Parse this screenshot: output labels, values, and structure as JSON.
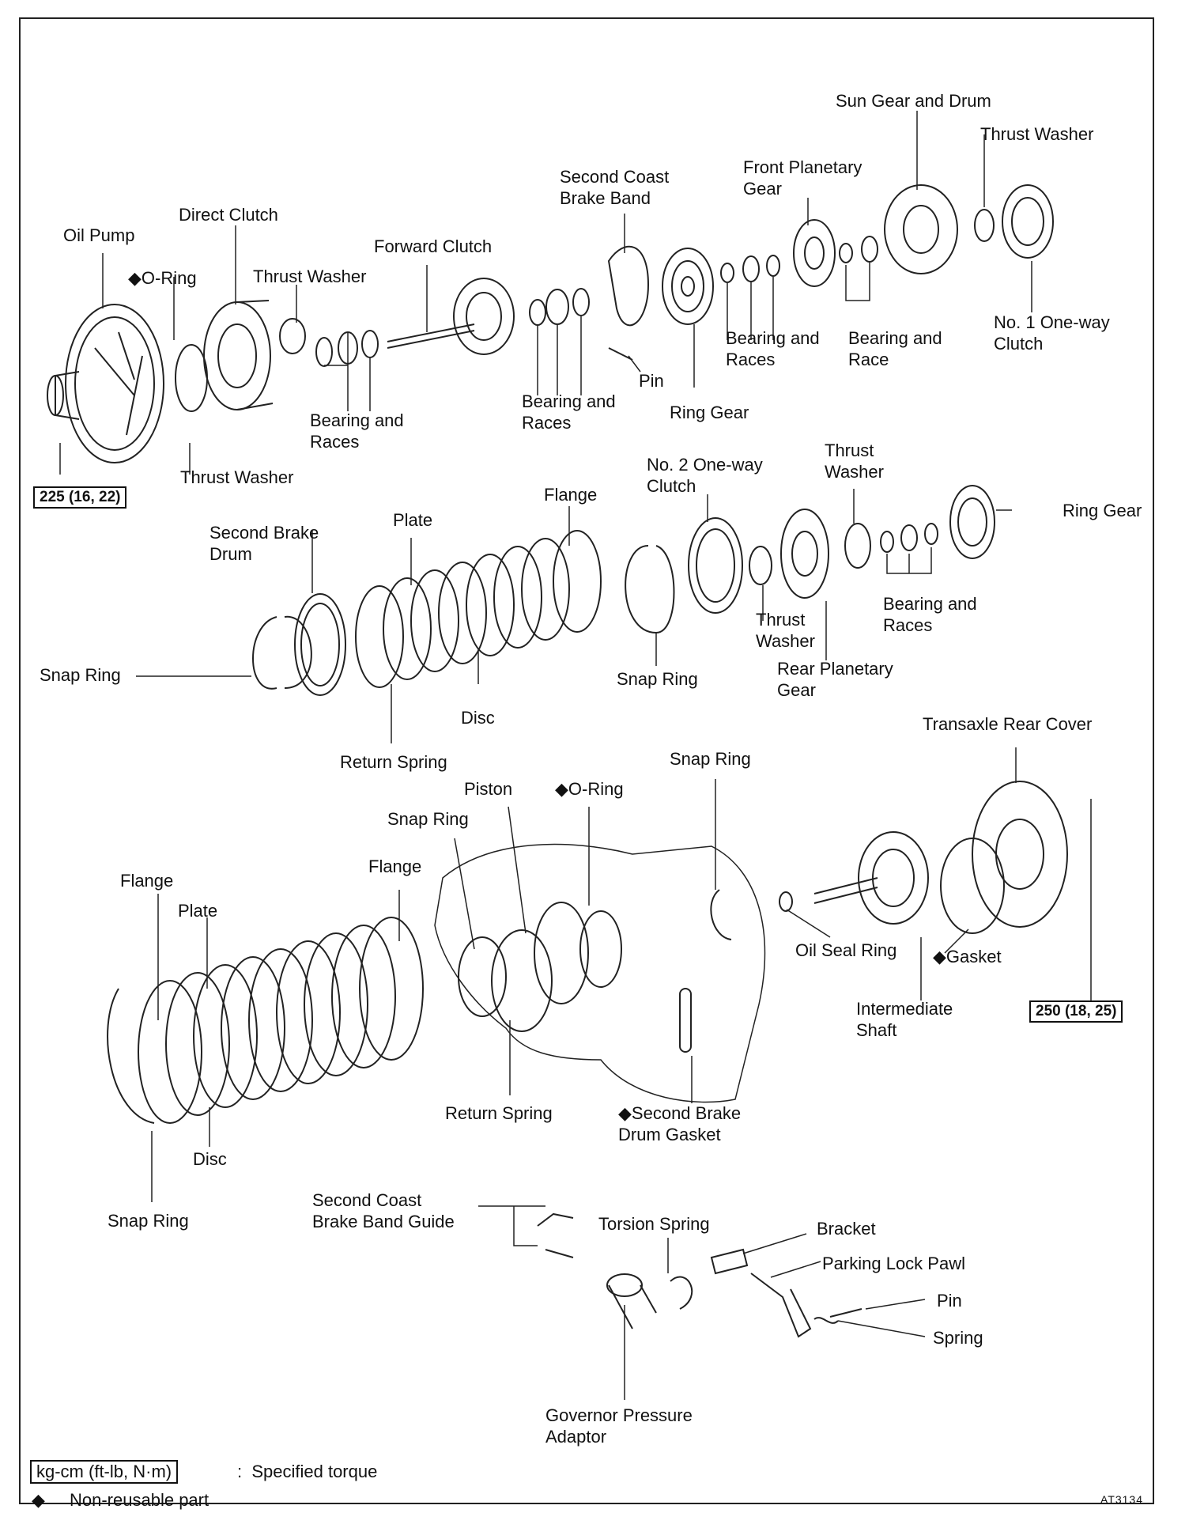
{
  "labels": {
    "sun_gear_drum": "Sun Gear and Drum",
    "thrust_washer_tr": "Thrust Washer",
    "front_planetary": "Front Planetary\nGear",
    "second_coast_band": "Second Coast\nBrake Band",
    "direct_clutch": "Direct Clutch",
    "oil_pump": "Oil Pump",
    "forward_clutch": "Forward Clutch",
    "o_ring_top": "◆O-Ring",
    "thrust_washer_top": "Thrust Washer",
    "bearing_races_1": "Bearing and\nRaces",
    "bearing_races_2": "Bearing and\nRaces",
    "bearing_race_3": "Bearing and\nRace",
    "one_way_1": "No. 1 One-way\nClutch",
    "bearing_races_4": "Bearing and\nRaces",
    "pin_top": "Pin",
    "ring_gear_top": "Ring Gear",
    "thrust_washer_bottom": "Thrust Washer",
    "one_way_2": "No. 2 One-way\nClutch",
    "thrust_washer_mid": "Thrust\nWasher",
    "flange_mid": "Flange",
    "plate_mid": "Plate",
    "second_brake_drum": "Second Brake\nDrum",
    "ring_gear_mid": "Ring Gear",
    "bearing_races_mid": "Bearing and\nRaces",
    "thrust_washer_mid2": "Thrust\nWasher",
    "snap_ring_left": "Snap Ring",
    "snap_ring_mid": "Snap Ring",
    "rear_planetary": "Rear Planetary\nGear",
    "disc_mid": "Disc",
    "return_spring_mid": "Return Spring",
    "transaxle_rear_cover": "Transaxle Rear Cover",
    "snap_ring_r": "Snap Ring",
    "piston": "Piston",
    "o_ring_mid": "◆O-Ring",
    "snap_ring_c": "Snap Ring",
    "flange_c": "Flange",
    "flange_l": "Flange",
    "plate_l": "Plate",
    "oil_seal_ring": "Oil Seal Ring",
    "gasket": "◆Gasket",
    "intermediate_shaft": "Intermediate\nShaft",
    "return_spring_low": "Return Spring",
    "second_brake_gasket": "◆Second Brake\nDrum Gasket",
    "disc_low": "Disc",
    "snap_ring_low": "Snap Ring",
    "band_guide": "Second Coast\nBrake Band Guide",
    "torsion_spring": "Torsion Spring",
    "bracket": "Bracket",
    "parking_lock_pawl": "Parking Lock Pawl",
    "pin_low": "Pin",
    "spring_low": "Spring",
    "governor_adaptor": "Governor Pressure\nAdaptor"
  },
  "torque": {
    "pump": "225 (16, 22)",
    "cover": "250 (18, 25)"
  },
  "legend": {
    "unit_box": "kg-cm (ft-lb, N·m)",
    "unit_text": ":  Specified torque",
    "diamond": "◆",
    "nonreusable": "Non-reusable part"
  },
  "figure_code": "AT3134"
}
